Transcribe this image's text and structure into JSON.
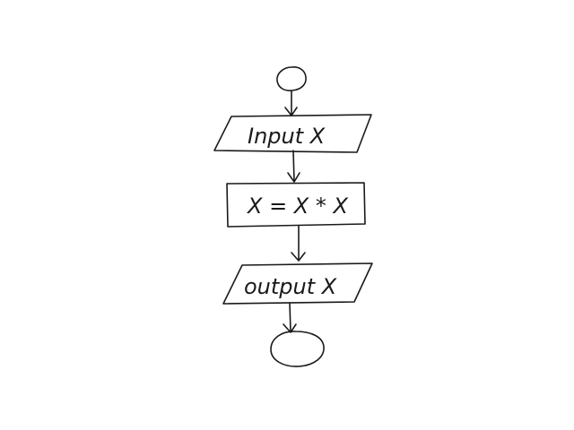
{
  "diagram": {
    "nodes": [
      {
        "id": "start",
        "shape": "oval",
        "text": ""
      },
      {
        "id": "input",
        "shape": "parallelogram",
        "text": "Input  X"
      },
      {
        "id": "process",
        "shape": "rectangle",
        "text": "X = X * X"
      },
      {
        "id": "output",
        "shape": "parallelogram",
        "text": "output X"
      },
      {
        "id": "end",
        "shape": "oval",
        "text": ""
      }
    ],
    "edges": [
      {
        "from": "start",
        "to": "input"
      },
      {
        "from": "input",
        "to": "process"
      },
      {
        "from": "process",
        "to": "output"
      },
      {
        "from": "output",
        "to": "end"
      }
    ],
    "colors": {
      "stroke": "#1a1a1a",
      "background": "#ffffff"
    }
  }
}
